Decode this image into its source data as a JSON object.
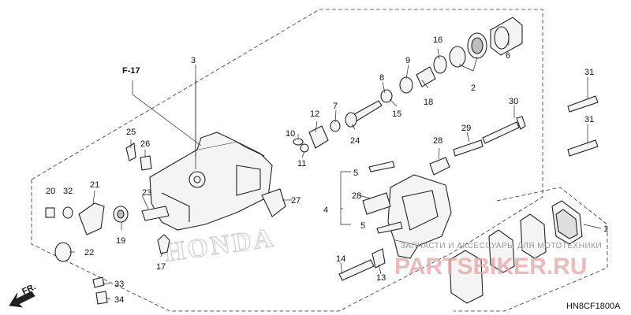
{
  "diagram": {
    "ref": "F-17",
    "code": "HN8CF1800A",
    "direction": "FR.",
    "brand_logo": "HONDA",
    "watermark_text": "ЗАПЧАСТИ И АКСЕССУАРЫ ДЛЯ МОТОТЕХНИКИ",
    "watermark_logo": "PARTSBIKER.RU",
    "callouts": [
      "1",
      "2",
      "3",
      "4",
      "5",
      "5",
      "6",
      "7",
      "8",
      "9",
      "10",
      "11",
      "12",
      "13",
      "14",
      "15",
      "16",
      "17",
      "18",
      "19",
      "20",
      "21",
      "22",
      "23",
      "24",
      "25",
      "26",
      "27",
      "28",
      "28",
      "29",
      "30",
      "31",
      "31",
      "32",
      "33",
      "34"
    ]
  },
  "colors": {
    "line": "#222222",
    "watermark": "#e5a3a3",
    "background": "#ffffff"
  }
}
